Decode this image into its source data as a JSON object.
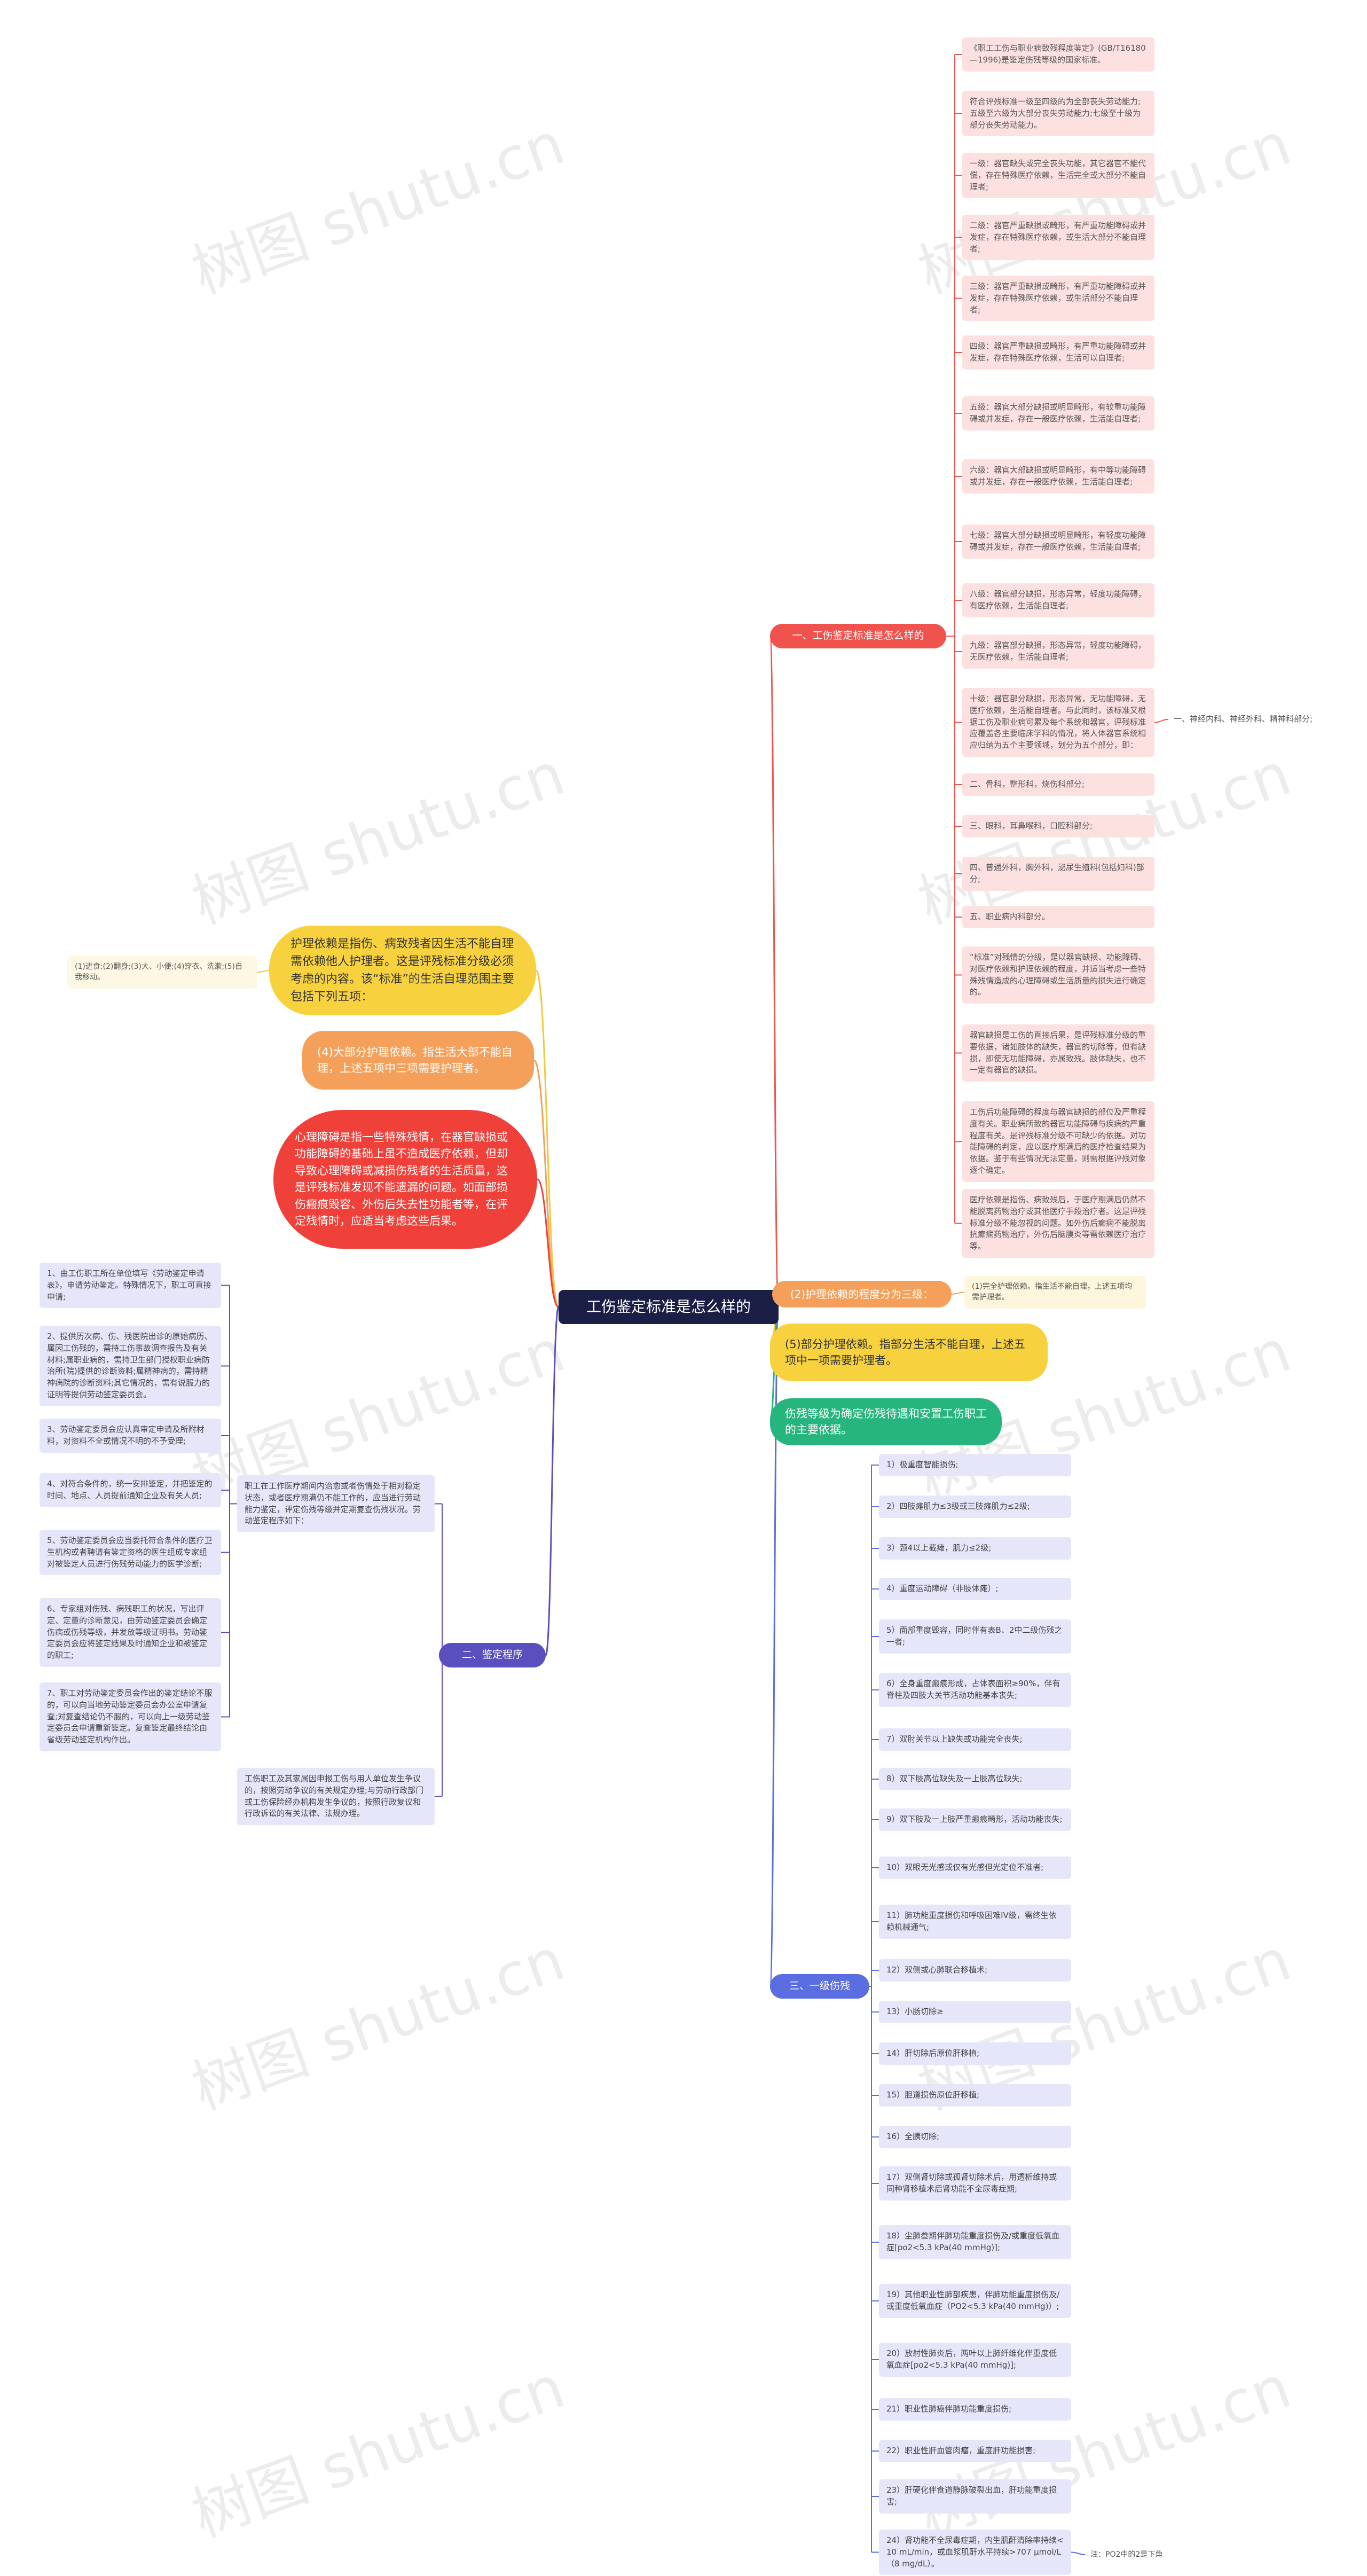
{
  "root": "工伤鉴定标准是怎么样的",
  "branch1": {
    "title": "一、工伤鉴定标准是怎么样的",
    "items": [
      "《职工工伤与职业病致残程度鉴定》(GB/T16180—1996)是鉴定伤残等级的国家标准。",
      "符合评残标准一级至四级的为全部丧失劳动能力;五级至六级为大部分丧失劳动能力;七级至十级为部分丧失劳动能力。",
      "一级：器官缺失或完全丧失功能，其它器官不能代偿，存在特殊医疗依赖，生活完全或大部分不能自理者;",
      "二级：器官严重缺损或畸形，有严重功能障碍或并发症，存在特殊医疗依赖，或生活大部分不能自理者;",
      "三级：器官严重缺损或畸形，有严重功能障碍或并发症，存在特殊医疗依赖，或生活部分不能自理者;",
      "四级：器官严重缺损或畸形，有严重功能障碍或并发症，存在特殊医疗依赖，生活可以自理者;",
      "五级：器官大部分缺损或明显畸形，有较重功能障碍或并发症，存在一般医疗依赖，生活能自理者;",
      "六级：器官大部缺损或明显畸形，有中等功能障碍或并发症，存在一般医疗依赖，生活能自理者;",
      "七级：器官大部分缺损或明显畸形，有轻度功能障碍或并发症，存在一般医疗依赖，生活能自理者;",
      "八级：器官部分缺损，形态异常，轻度功能障碍，有医疗依赖，生活能自理者;",
      "九级：器官部分缺损，形态异常，轻度功能障碍，无医疗依赖，生活能自理者;",
      "十级：器官部分缺损，形态异常，无功能障碍，无医疗依赖，生活能自理者。与此同时，该标准又根据工伤及职业病可累及每个系统和器官，评残标准应覆盖各主要临床学科的情况，将人体器官系统相应归纳为五个主要领域，划分为五个部分，即：",
      "二、骨科，整形科，烧伤科部分;",
      "三、眼科，耳鼻喉科，口腔科部分;",
      "四、普通外科，胸外科，泌尿生殖科(包括妇科)部分;",
      "五、职业病内科部分。",
      "“标准”对残情的分级，是以器官缺损、功能障碍、对医疗依赖和护理依赖的程度，并适当考虑一些特殊残情造成的心理障碍或生活质量的损失进行确定的。",
      "器官缺损是工伤的直接后果，是评残标准分级的重要依据，诸如肢体的缺失，器官的切除等，但有缺损，即使无功能障碍，亦属致残。肢体缺失，也不一定有器官的缺损。",
      "工伤后功能障碍的程度与器官缺损的部位及严重程度有关。职业病所致的器官功能障碍与疾病的严重程度有关。是评残标准分级不可缺少的依据。对功能障碍的判定，应以医疗期满后的医疗检查结果为依据。鉴于有些情况无法定量，则需根据评残对象逐个确定。",
      "医疗依赖是指伤、病致残后，于医疗期满后仍然不能脱离药物治疗或其他医疗手段治疗者。这是评残标准分级不能忽视的问题。如外伤后癫痫不能脱离抗癫痫药物治疗，外伤后脑膜炎等需依赖医疗治疗等。"
    ],
    "subnote": "一、神经内科、神经外科、精神科部分;"
  },
  "branch_care": {
    "intro": "护理依赖是指伤、病致残者因生活不能自理需依赖他人护理者。这是评残标准分级必须考虑的内容。该“标准”的生活自理范围主要包括下列五项：",
    "intro_note": "(1)进食;(2)翻身;(3)大、小便;(4)穿衣、洗漱;(5)自我移动。",
    "level4": "(4)大部分护理依赖。指生活大部不能自理，上述五项中三项需要护理者。",
    "mental": "心理障碍是指一些特殊残情，在器官缺损或功能障碍的基础上虽不造成医疗依赖，但却导致心理障碍或减损伤残者的生活质量，这是评残标准发现不能遗漏的问题。如面部损伤瘢痕毁容、外伤后失去性功能者等，在评定残情时，应适当考虑这些后果。",
    "levels": "(2)护理依赖的程度分为三级：",
    "levels_note": "(1)完全护理依赖。指生活不能自理，上述五项均需护理者。",
    "level5": "(5)部分护理依赖。指部分生活不能自理，上述五项中一项需要护理者。",
    "grade": "伤残等级为确定伤残待遇和安置工伤职工的主要依据。"
  },
  "branch2": {
    "title": "二、鉴定程序",
    "mid": "职工在工作医疗期间内治愈或者伤情处于相对稳定状态，或者医疗期满仍不能工作的，应当进行劳动能力鉴定，评定伤残等级并定期复查伤残状况。劳动鉴定程序如下：",
    "dispute": "工伤职工及其家属因申报工伤与用人单位发生争议的，按照劳动争议的有关规定办理;与劳动行政部门或工伤保险经办机构发生争议的，按照行政复议和行政诉讼的有关法律、法规办理。",
    "steps": [
      "1、由工伤职工所在单位填写《劳动鉴定申请表》，申请劳动鉴定。特殊情况下，职工可直接申请;",
      "2、提供历次病、伤、残医院出诊的原始病历、属因工伤残的，需持工伤事故调查报告及有关材料;属职业病的，需持卫生部门授权职业病防治所(院)提供的诊断资料;属精神病的，需持精神病院的诊断资料;其它情况的，需有说服力的证明等提供劳动鉴定委员会。",
      "3、劳动鉴定委员会应认真审定申请及所附材料，对资料不全或情况不明的不予受理;",
      "4、对符合条件的，统一安排鉴定，并把鉴定的时间、地点、人员提前通知企业及有关人员;",
      "5、劳动鉴定委员会应当委托符合条件的医疗卫生机构或者聘请有鉴定资格的医生组成专家组对被鉴定人员进行伤残劳动能力的医学诊断;",
      "6、专家组对伤残、病残职工的状况，写出评定、定量的诊断意见，由劳动鉴定委员会确定伤病或伤残等级，并发放等级证明书。劳动鉴定委员会应将鉴定结果及时通知企业和被鉴定的职工;",
      "7、职工对劳动鉴定委员会作出的鉴定结论不服的，可以向当地劳动鉴定委员会办公室申请复查;对复查结论仍不服的，可以向上一级劳动鉴定委员会申请重新鉴定。复查鉴定最终结论由省级劳动鉴定机构作出。"
    ]
  },
  "branch3": {
    "title": "三、一级伤残",
    "items": [
      "1）极重度智能损伤;",
      "2）四肢瘫肌力≤3级或三肢瘫肌力≤2级;",
      "3）颈4以上截瘫，肌力≤2级;",
      "4）重度运动障碍（非肢体瘫）;",
      "5）面部重度毁容，同时伴有表B、2中二级伤残之一者;",
      "6）全身重度瘢痕形成，占体表面积≥90%，伴有脊柱及四肢大关节活动功能基本丧失;",
      "7）双肘关节以上缺失或功能完全丧失;",
      "8）双下肢高位缺失及一上肢高位缺失;",
      "9）双下肢及一上肢严重瘢痕畸形，活动功能丧失;",
      "10）双眼无光感或仅有光感但光定位不准者;",
      "11）肺功能重度损伤和呼吸困难IV级，需终生依赖机械通气;",
      "12）双侧或心肺联合移植术;",
      "13）小肠切除≥",
      "14）肝切除后原位肝移植;",
      "15）胆道损伤原位肝移植;",
      "16）全胰切除;",
      "17）双侧肾切除或孤肾切除术后，用透析维持或同种肾移植术后肾功能不全尿毒症期;",
      "18）尘肺叁期伴肺功能重度损伤及/或重度低氧血症[po2<5.3 kPa(40 mmHg)];",
      "19）其他职业性肺部疾患，伴肺功能重度损伤及/或重度低氧血症（PO2<5.3 kPa(40 mmHg)）;",
      "20）放射性肺炎后，两叶以上肺纤维化伴重度低氧血症[po2<5.3 kPa(40 mmHg)];",
      "21）职业性肺癌伴肺功能重度损伤;",
      "22）职业性肝血管肉瘤，重度肝功能损害;",
      "23）肝硬化伴食道静脉破裂出血，肝功能重度损害;",
      "24）肾功能不全尿毒症期，内生肌酐清除率持续<10 mL/min，或血浆肌酐水平持续>707 μmol/L（8 mg/dL）。"
    ],
    "note24": "注：PO2中的2是下角"
  },
  "watermark": "树图 shutu.cn",
  "colors": {
    "root": "#1b1f45",
    "red": "#f0524d",
    "blue": "#5b6ee1",
    "orange": "#f5a05a",
    "yellow": "#f7d23e",
    "yellowLine": "#f0c93c",
    "bigred": "#f0403a",
    "green": "#27b57e",
    "navy": "#5a4fbf"
  }
}
